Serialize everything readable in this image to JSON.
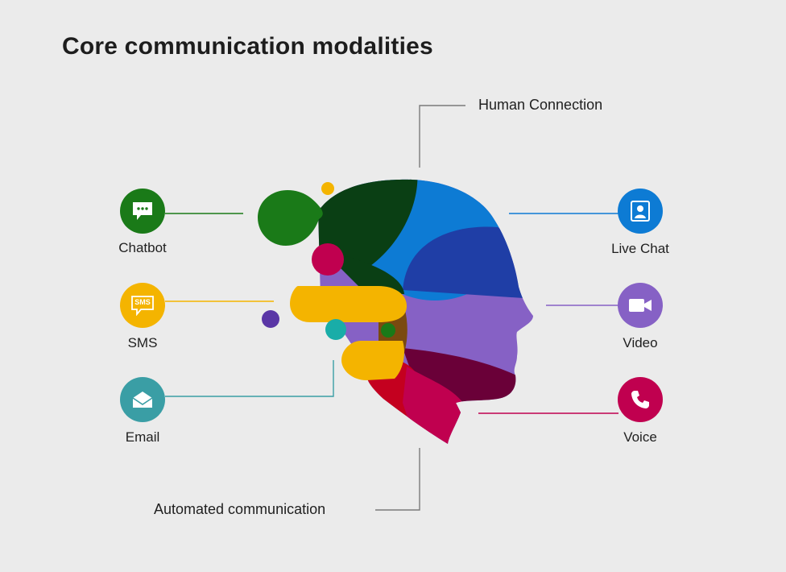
{
  "title": "Core communication modalities",
  "labels": {
    "human_connection": "Human Connection",
    "automated_communication": "Automated communication"
  },
  "left_channels": [
    {
      "label": "Chatbot",
      "icon": "chat-bubble-icon",
      "color": "#1a7a18"
    },
    {
      "label": "SMS",
      "icon": "sms-icon",
      "color": "#f4b400",
      "icon_text": "SMS"
    },
    {
      "label": "Email",
      "icon": "envelope-icon",
      "color": "#3a9ea5"
    }
  ],
  "right_channels": [
    {
      "label": "Live Chat",
      "icon": "person-screen-icon",
      "color": "#0d7bd4"
    },
    {
      "label": "Video",
      "icon": "video-camera-icon",
      "color": "#8661c5"
    },
    {
      "label": "Voice",
      "icon": "phone-icon",
      "color": "#c0004f"
    }
  ],
  "colors": {
    "background": "#ebebeb",
    "green": "#1a7a18",
    "dark_green": "#0a3f14",
    "blue": "#0d7bd4",
    "navy": "#1f3ea6",
    "purple": "#8661c5",
    "yellow": "#f4b400",
    "magenta": "#c0004f",
    "red": "#c4001f",
    "teal": "#19ada8"
  }
}
